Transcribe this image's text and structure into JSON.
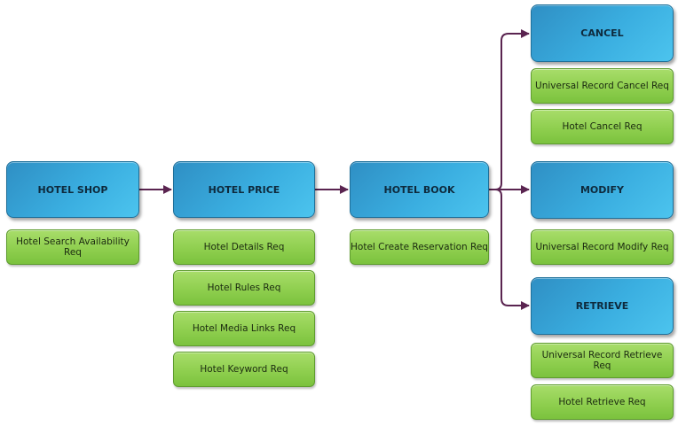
{
  "stages": {
    "shop": {
      "title": "HOTEL SHOP",
      "requests": [
        "Hotel Search Availability Req"
      ]
    },
    "price": {
      "title": "HOTEL PRICE",
      "requests": [
        "Hotel Details Req",
        "Hotel Rules Req",
        "Hotel Media Links Req",
        "Hotel Keyword Req"
      ]
    },
    "book": {
      "title": "HOTEL BOOK",
      "requests": [
        "Hotel Create Reservation Req"
      ]
    },
    "cancel": {
      "title": "CANCEL",
      "requests": [
        "Universal Record Cancel Req",
        "Hotel Cancel Req"
      ]
    },
    "modify": {
      "title": "MODIFY",
      "requests": [
        "Universal Record Modify Req"
      ]
    },
    "retrieve": {
      "title": "RETRIEVE",
      "requests": [
        "Universal Record Retrieve Req",
        "Hotel Retrieve Req"
      ]
    }
  },
  "colors": {
    "stage_fill": "#3aaee0",
    "request_fill": "#8fcf4f",
    "arrow": "#5a2450"
  }
}
